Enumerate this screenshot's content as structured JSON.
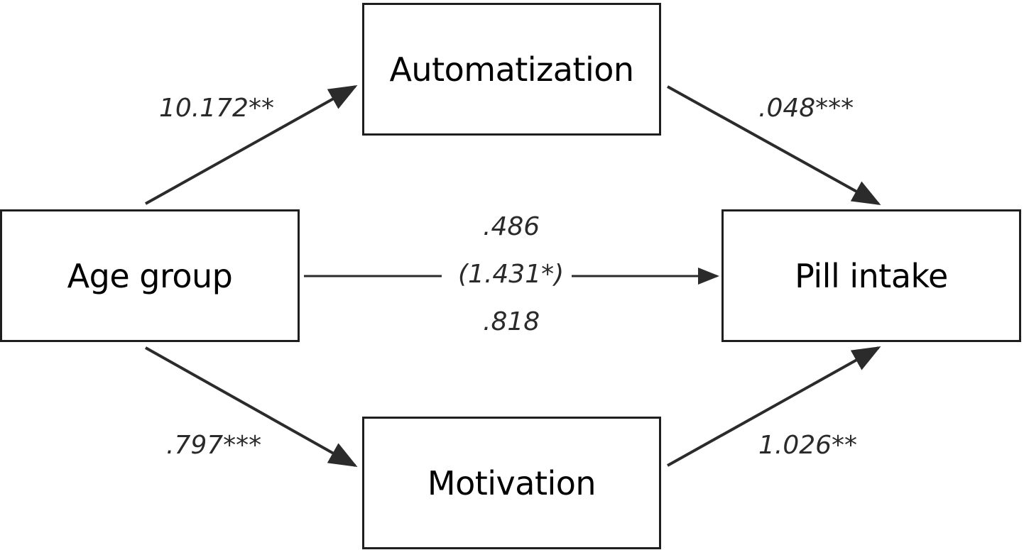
{
  "nodes": {
    "automatization": "Automatization",
    "age_group": "Age group",
    "pill_intake": "Pill intake",
    "motivation": "Motivation"
  },
  "coefficients": {
    "age_to_automatization": "10.172**",
    "automatization_to_pill": ".048***",
    "direct_top": ".486",
    "direct_total": "(1.431*)",
    "direct_bottom": ".818",
    "age_to_motivation": ".797***",
    "motivation_to_pill": "1.026**"
  },
  "colors": {
    "line": "#2b2b2b",
    "border": "#1e1e1e",
    "text": "#000000"
  }
}
